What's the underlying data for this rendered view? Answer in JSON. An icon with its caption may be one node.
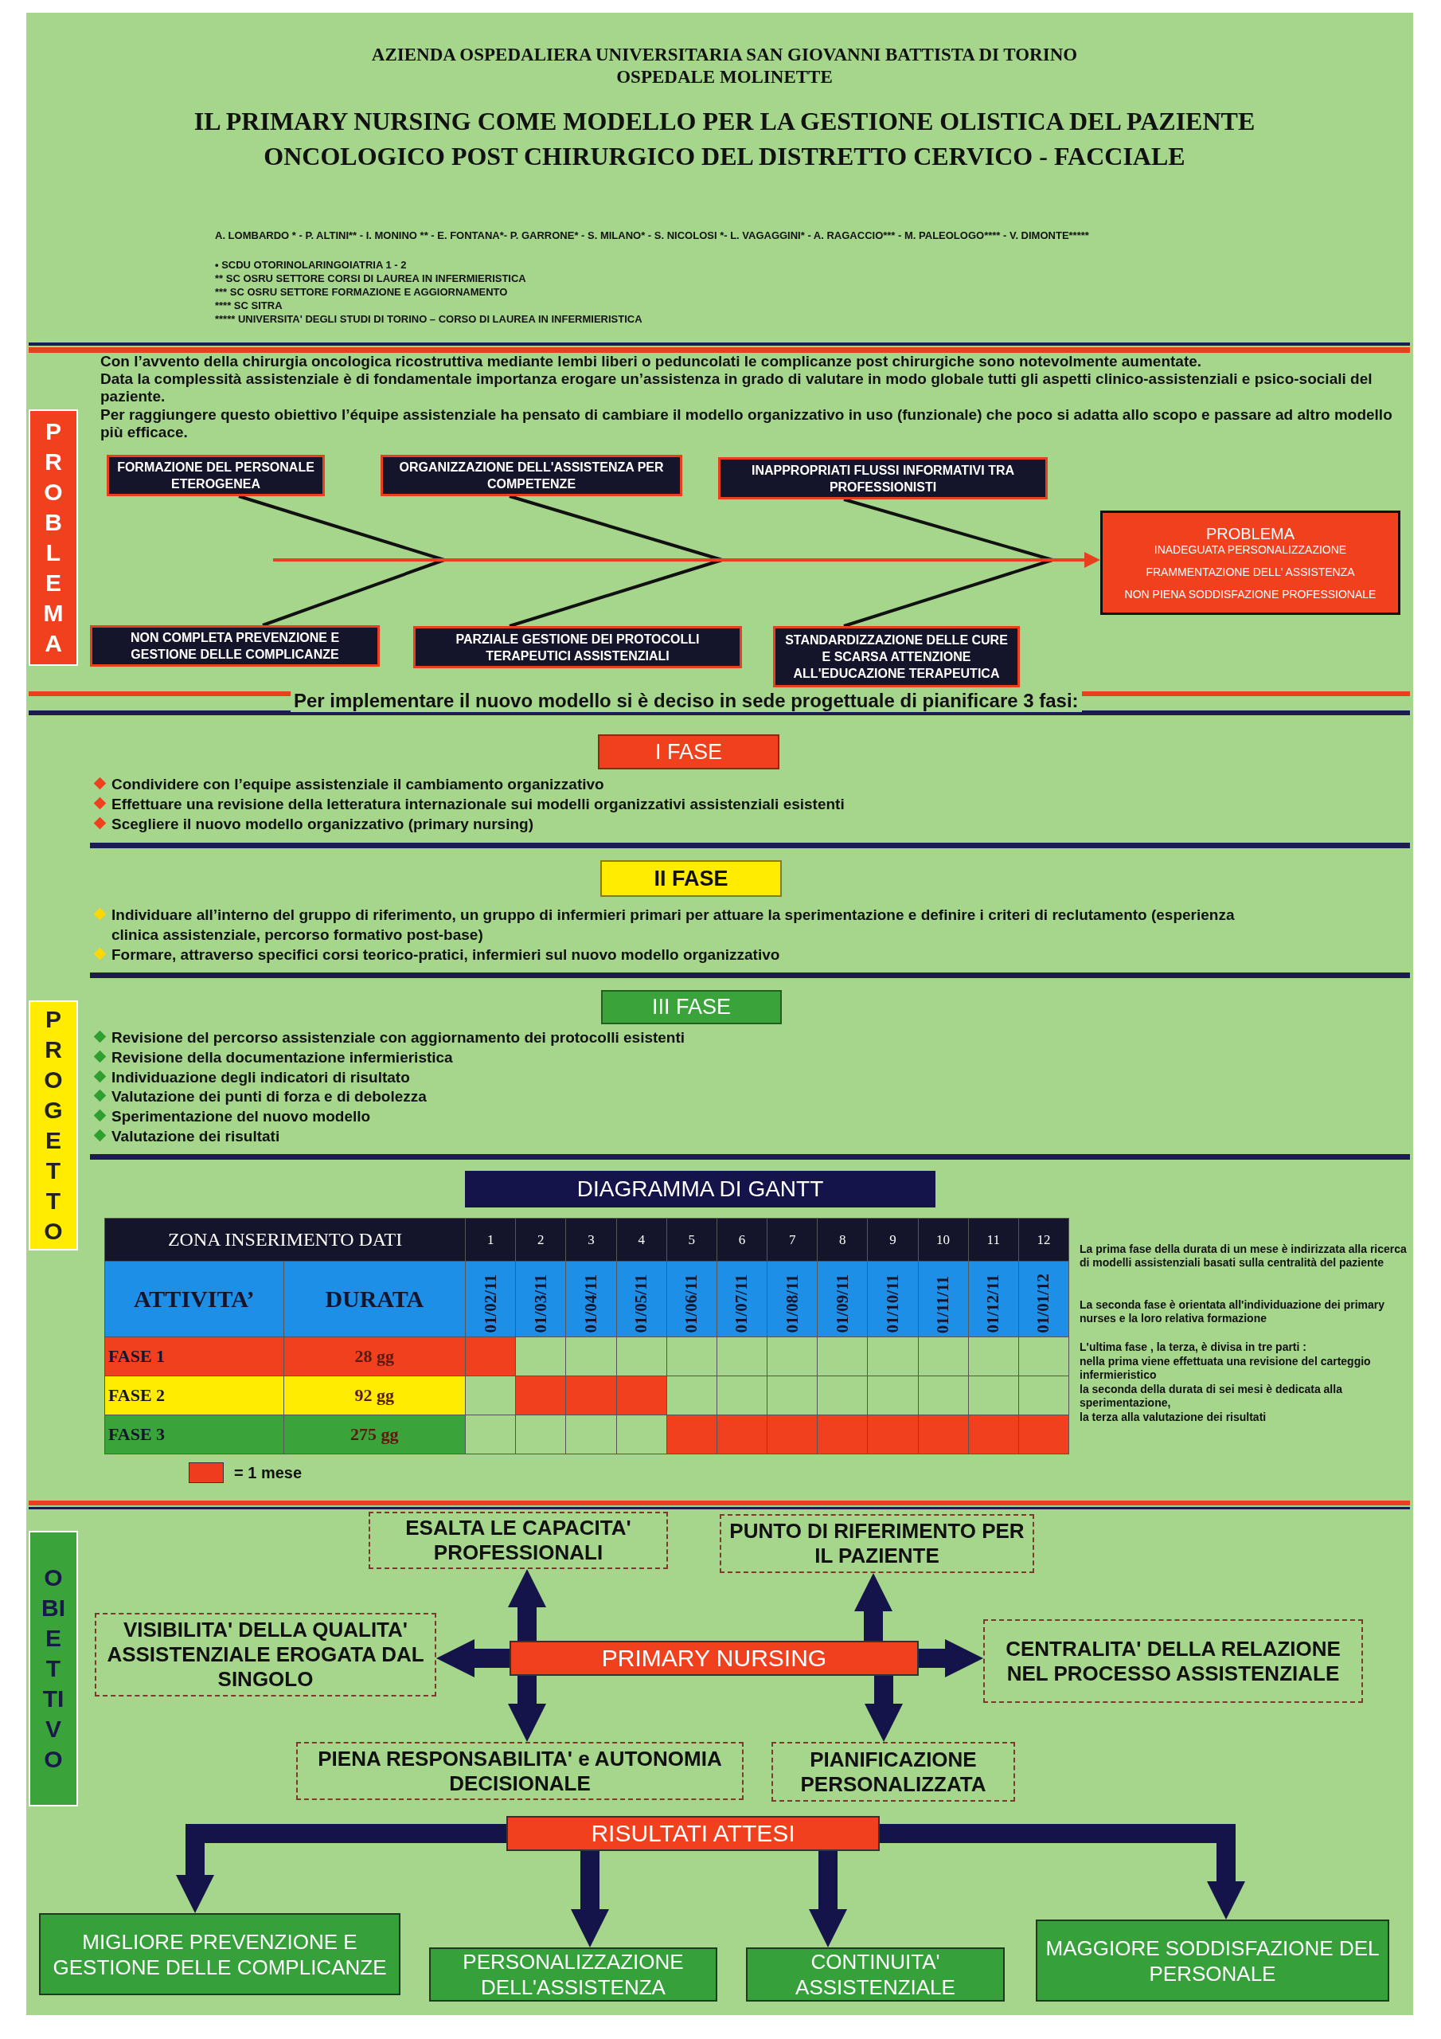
{
  "diagram": {
    "title": "IL PRIMARY NURSING COME MODELLO PER LA GESTIONE OLISTICA DEL PAZIENTE ONCOLOGICO POST CHIRURGICO DEL DISTRETTO CERVICO - FACCIALE",
    "nodes": [
      {
        "text": [
          "PROBLEMA"
        ]
      },
      {
        "text": [
          "FORMAZIONE DEL PERSONALE ETEROGENEA"
        ]
      },
      {
        "text": [
          "ORGANIZZAZIONE DELL'ASSISTENZA PER COMPETENZE"
        ]
      },
      {
        "text": [
          "INAPPROPRIATI FLUSSI INFORMATIVI TRA PROFESSIONISTI"
        ]
      },
      {
        "text": [
          "NON COMPLETA PREVENZIONE E GESTIONE DELLE COMPLICANZE"
        ]
      },
      {
        "text": [
          "PARZIALE GESTIONE DEI PROTOCOLLI TERAPEUTICI ASSISTENZIALI"
        ]
      },
      {
        "text": [
          "STANDARDIZZAZIONE DELLE CURE E SCARSA ATTENZIONE ALL'EDUCAZIONE TERAPEUTICA"
        ]
      },
      {
        "text": [
          "PROBLEMA",
          "INADEGUATA PERSONALIZZAZIONE",
          "FRAMMENTAZIONE DELL' ASSISTENZA",
          "NON PIENA SODDISFAZIONE PROFESSIONALE"
        ]
      },
      {
        "text": [
          "I FASE"
        ]
      },
      {
        "text": [
          "II FASE"
        ]
      },
      {
        "text": [
          "III FASE"
        ]
      },
      {
        "text": [
          "PROGETTO"
        ]
      },
      {
        "text": [
          "DIAGRAMMA DI GANTT"
        ]
      },
      {
        "text": [
          "OBIETTIVO"
        ]
      },
      {
        "text": [
          "ESALTA LE CAPACITA' PROFESSIONALI"
        ]
      },
      {
        "text": [
          "PUNTO DI RIFERIMENTO PER IL PAZIENTE"
        ]
      },
      {
        "text": [
          "VISIBILITA' DELLA QUALITA' ASSISTENZIALE EROGATA DAL SINGOLO"
        ]
      },
      {
        "text": [
          "PRIMARY NURSING"
        ]
      },
      {
        "text": [
          "CENTRALITA' DELLA RELAZIONE NEL PROCESSO ASSISTENZIALE"
        ]
      },
      {
        "text": [
          "PIENA RESPONSABILITA' e AUTONOMIA DECISIONALE"
        ]
      },
      {
        "text": [
          "PIANIFICAZIONE PERSONALIZZATA"
        ]
      },
      {
        "text": [
          "RISULTATI ATTESI"
        ]
      },
      {
        "text": [
          "MIGLIORE PREVENZIONE E GESTIONE DELLE COMPLICANZE"
        ]
      },
      {
        "text": [
          "PERSONALIZZAZIONE DELL'ASSISTENZA"
        ]
      },
      {
        "text": [
          "CONTINUITA' ASSISTENZIALE"
        ]
      },
      {
        "text": [
          "MAGGIORE SODDISFAZIONE DEL PERSONALE"
        ]
      }
    ],
    "edges": [
      {
        "from": 1,
        "to": 7,
        "arrow": "to",
        "color": "#e8401e"
      },
      {
        "from": 2,
        "to": 7,
        "arrow": "to",
        "color": "#e8401e"
      },
      {
        "from": 3,
        "to": 7,
        "arrow": "to",
        "color": "#e8401e"
      },
      {
        "from": 4,
        "to": 7,
        "arrow": "to",
        "color": "#e8401e"
      },
      {
        "from": 5,
        "to": 7,
        "arrow": "to",
        "color": "#e8401e"
      },
      {
        "from": 6,
        "to": 7,
        "arrow": "to",
        "color": "#e8401e"
      },
      {
        "from": 17,
        "to": 14,
        "arrow": "to"
      },
      {
        "from": 17,
        "to": 15,
        "arrow": "to"
      },
      {
        "from": 17,
        "to": 16,
        "arrow": "to"
      },
      {
        "from": 17,
        "to": 18,
        "arrow": "to"
      },
      {
        "from": 17,
        "to": 19,
        "arrow": "to"
      },
      {
        "from": 17,
        "to": 20,
        "arrow": "to"
      },
      {
        "from": 21,
        "to": 22,
        "arrow": "to"
      },
      {
        "from": 21,
        "to": 23,
        "arrow": "to"
      },
      {
        "from": 21,
        "to": 24,
        "arrow": "to"
      },
      {
        "from": 21,
        "to": 25,
        "arrow": "to"
      }
    ],
    "labels": [
      "AZIENDA OSPEDALIERA UNIVERSITARIA SAN GIOVANNI BATTISTA DI TORINO",
      "OSPEDALE MOLINETTE",
      "A. LOMBARDO * - P. ALTINI** - I. MONINO ** - E. FONTANA*- P. GARRONE* - S. MILANO* - S. NICOLOSI *- L. VAGAGGINI* - A. RAGACCIO*** - M. PALEOLOGO**** - V. DIMONTE*****",
      "• SCDU OTORINOLARINGOIATRIA 1 - 2",
      "** SC OSRU SETTORE CORSI DI LAUREA IN INFERMIERISTICA",
      "*** SC OSRU SETTORE FORMAZIONE E AGGIORNAMENTO",
      "**** SC SITRA",
      "***** UNIVERSITA' DEGLI STUDI DI TORINO – CORSO DI LAUREA IN INFERMIERISTICA",
      "Con l’avvento della chirurgia oncologica ricostruttiva mediante lembi liberi o peduncolati le complicanze post chirurgiche sono notevolmente aumentate.",
      "Data la complessità assistenziale è di fondamentale importanza erogare un’assistenza in grado di valutare in modo globale tutti gli aspetti clinico-assistenziali e psico-sociali del paziente.",
      "Per raggiungere questo obiettivo l’équipe assistenziale ha pensato di cambiare il modello organizzativo in uso (funzionale) che poco si adatta allo scopo e passare ad altro modello più efficace.",
      "Per implementare il nuovo modello si è deciso in sede progettuale di pianificare 3 fasi:",
      "Condividere con l’equipe assistenziale il cambiamento organizzativo",
      "Effettuare una revisione della letteratura internazionale sui modelli organizzativi assistenziali esistenti",
      "Scegliere il nuovo modello organizzativo (primary nursing)",
      "Individuare all’interno del gruppo di riferimento, un gruppo di infermieri primari per attuare la sperimentazione e definire i criteri di reclutamento (esperienza clinica assistenziale, percorso formativo post-base)",
      "Formare, attraverso specifici corsi teorico-pratici, infermieri sul nuovo modello organizzativo",
      "Revisione del percorso assistenziale con aggiornamento dei protocolli esistenti",
      "Revisione della documentazione infermieristica",
      "Individuazione degli indicatori di risultato",
      "Valutazione dei punti di forza e di debolezza",
      "Sperimentazione del nuovo modello",
      "Valutazione dei risultati",
      "ZONA INSERIMENTO DATI",
      "1",
      "2",
      "3",
      "4",
      "5",
      "6",
      "7",
      "8",
      "9",
      "10",
      "11",
      "12",
      "ATTIVITA’",
      "DURATA",
      "01/02/11",
      "01/03/11",
      "01/04/11",
      "01/05/11",
      "01/06/11",
      "01/07/11",
      "01/08/11",
      "01/09/11",
      "01/10/11",
      "01/11/11",
      "01/12/11",
      "01/01/12",
      "FASE 1",
      "28 gg",
      "FASE 2",
      "92 gg",
      "FASE 3",
      "275 gg",
      "La prima fase della durata di un mese è indirizzata alla ricerca di modelli assistenziali basati sulla centralità del paziente",
      "La seconda fase è orientata all'individuazione dei primary nurses e la loro relativa formazione",
      "L'ultima fase , la terza, è divisa in tre parti :",
      "nella prima viene effettuata una revisione del carteggio infermieristico",
      "la seconda della durata di sei mesi è dedicata alla sperimentazione,",
      "la terza alla valutazione dei risultati"
    ],
    "legend": [
      {
        "text": "= 1 mese",
        "color": "#f03c1e"
      }
    ]
  }
}
